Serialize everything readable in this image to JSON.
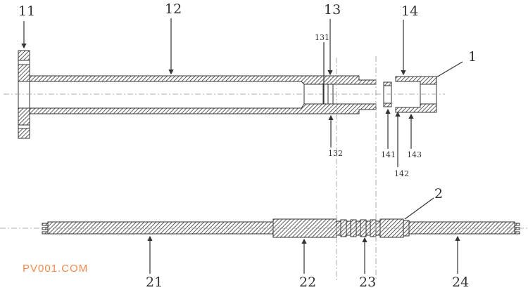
{
  "labels": {
    "l11": "11",
    "l12": "12",
    "l13": "13",
    "l14": "14",
    "l1": "1",
    "l131": "131",
    "l132": "132",
    "l141": "141",
    "l142": "142",
    "l143": "143",
    "l2": "2",
    "l21": "21",
    "l22": "22",
    "l23": "23",
    "l24": "24"
  },
  "watermark": "PV001.COM",
  "colors": {
    "line": "#333333",
    "watermark": "#f08a4b"
  }
}
